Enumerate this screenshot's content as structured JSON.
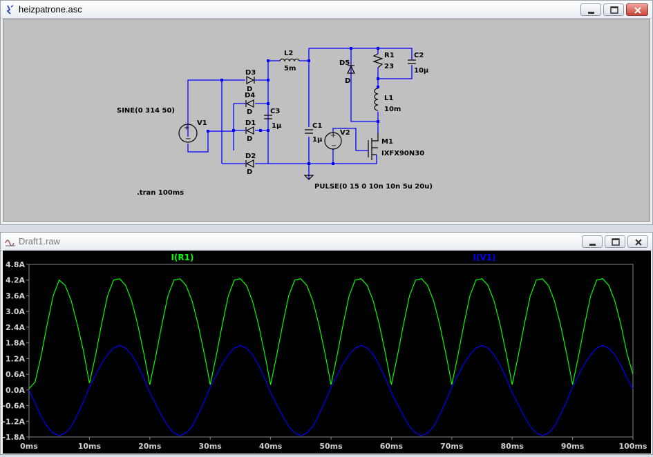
{
  "schematic_window": {
    "title": "heizpatrone.asc",
    "labels": {
      "source_fn": "SINE(0 314 50)",
      "v1": "V1",
      "d3": "D3",
      "d4": "D4",
      "d1": "D1",
      "d2": "D2",
      "d5": "D5",
      "d_model": "D",
      "l2": "L2",
      "l2_val": "5m",
      "c3": "C3",
      "c3_val": "1µ",
      "c1": "C1",
      "c1_val": "1µ",
      "r1": "R1",
      "r1_val": "23",
      "c2": "C2",
      "c2_val": "10µ",
      "l1": "L1",
      "l1_val": "10m",
      "v2": "V2",
      "m1": "M1",
      "m1_model": "IXFX90N30",
      "pulse": "PULSE(0 15 0 10n 10n 5u 20u)",
      "tran": ".tran 100ms"
    }
  },
  "plot_window": {
    "title": "Draft1.raw"
  },
  "chart_data": {
    "type": "line",
    "x": {
      "unit": "ms",
      "range": [
        0,
        100
      ],
      "ticks": [
        "0ms",
        "10ms",
        "20ms",
        "30ms",
        "40ms",
        "50ms",
        "60ms",
        "70ms",
        "80ms",
        "90ms",
        "100ms"
      ]
    },
    "y": {
      "unit": "A",
      "range": [
        -1.8,
        4.8
      ],
      "ticks": [
        "4.8A",
        "4.2A",
        "3.6A",
        "3.0A",
        "2.4A",
        "1.8A",
        "1.2A",
        "0.6A",
        "0.0A",
        "-0.6A",
        "-1.2A",
        "-1.8A"
      ]
    },
    "grid": false,
    "legend_placement": "top",
    "series": [
      {
        "name": "I(R1)",
        "color": "#00ff00",
        "x": [
          0,
          1,
          2,
          3,
          4,
          5,
          6,
          7,
          8,
          9,
          10,
          11,
          12,
          13,
          14,
          15,
          16,
          17,
          18,
          19,
          20,
          21,
          22,
          23,
          24,
          25,
          26,
          27,
          28,
          29,
          30,
          31,
          32,
          33,
          34,
          35,
          36,
          37,
          38,
          39,
          40,
          41,
          42,
          43,
          44,
          45,
          46,
          47,
          48,
          49,
          50,
          51,
          52,
          53,
          54,
          55,
          56,
          57,
          58,
          59,
          60,
          61,
          62,
          63,
          64,
          65,
          66,
          67,
          68,
          69,
          70,
          71,
          72,
          73,
          74,
          75,
          76,
          77,
          78,
          79,
          80,
          81,
          82,
          83,
          84,
          85,
          86,
          87,
          88,
          89,
          90,
          91,
          92,
          93,
          94,
          95,
          96,
          97,
          98,
          99,
          100
        ],
        "y": [
          0.05,
          0.3,
          1.3,
          2.5,
          3.6,
          4.2,
          4.0,
          3.4,
          2.5,
          1.5,
          0.25,
          1.3,
          2.5,
          3.6,
          4.2,
          4.25,
          4.0,
          3.4,
          2.5,
          1.4,
          0.2,
          1.3,
          2.5,
          3.6,
          4.2,
          4.25,
          4.0,
          3.4,
          2.5,
          1.4,
          0.2,
          1.3,
          2.5,
          3.6,
          4.2,
          4.25,
          4.0,
          3.4,
          2.5,
          1.4,
          0.2,
          1.3,
          2.5,
          3.6,
          4.2,
          4.25,
          4.0,
          3.4,
          2.5,
          1.4,
          0.2,
          1.3,
          2.5,
          3.6,
          4.2,
          4.25,
          4.0,
          3.4,
          2.5,
          1.4,
          0.2,
          1.3,
          2.5,
          3.6,
          4.2,
          4.25,
          4.0,
          3.4,
          2.5,
          1.4,
          0.2,
          1.3,
          2.5,
          3.6,
          4.2,
          4.25,
          4.0,
          3.4,
          2.5,
          1.4,
          0.2,
          1.3,
          2.5,
          3.6,
          4.2,
          4.25,
          4.0,
          3.4,
          2.5,
          1.4,
          0.2,
          1.3,
          2.5,
          3.6,
          4.2,
          4.25,
          4.0,
          3.4,
          2.5,
          1.4,
          0.6
        ]
      },
      {
        "name": "I(V1)",
        "color": "#0000ff",
        "x": [
          0,
          1,
          2,
          3,
          4,
          5,
          6,
          7,
          8,
          9,
          10,
          11,
          12,
          13,
          14,
          15,
          16,
          17,
          18,
          19,
          20,
          21,
          22,
          23,
          24,
          25,
          26,
          27,
          28,
          29,
          30,
          31,
          32,
          33,
          34,
          35,
          36,
          37,
          38,
          39,
          40,
          41,
          42,
          43,
          44,
          45,
          46,
          47,
          48,
          49,
          50,
          51,
          52,
          53,
          54,
          55,
          56,
          57,
          58,
          59,
          60,
          61,
          62,
          63,
          64,
          65,
          66,
          67,
          68,
          69,
          70,
          71,
          72,
          73,
          74,
          75,
          76,
          77,
          78,
          79,
          80,
          81,
          82,
          83,
          84,
          85,
          86,
          87,
          88,
          89,
          90,
          91,
          92,
          93,
          94,
          95,
          96,
          97,
          98,
          99,
          100
        ],
        "y": [
          0.0,
          -0.5,
          -1.0,
          -1.4,
          -1.65,
          -1.75,
          -1.65,
          -1.4,
          -0.95,
          -0.45,
          0.1,
          0.55,
          1.0,
          1.35,
          1.6,
          1.7,
          1.6,
          1.35,
          0.95,
          0.45,
          -0.1,
          -0.55,
          -1.0,
          -1.4,
          -1.65,
          -1.75,
          -1.65,
          -1.4,
          -0.95,
          -0.45,
          0.1,
          0.55,
          1.0,
          1.35,
          1.6,
          1.7,
          1.6,
          1.35,
          0.95,
          0.45,
          -0.1,
          -0.55,
          -1.0,
          -1.4,
          -1.65,
          -1.75,
          -1.65,
          -1.4,
          -0.95,
          -0.45,
          0.1,
          0.55,
          1.0,
          1.35,
          1.6,
          1.7,
          1.6,
          1.35,
          0.95,
          0.45,
          -0.1,
          -0.55,
          -1.0,
          -1.4,
          -1.65,
          -1.75,
          -1.65,
          -1.4,
          -0.95,
          -0.45,
          0.1,
          0.55,
          1.0,
          1.35,
          1.6,
          1.7,
          1.6,
          1.35,
          0.95,
          0.45,
          -0.1,
          -0.55,
          -1.0,
          -1.4,
          -1.65,
          -1.75,
          -1.65,
          -1.4,
          -0.95,
          -0.45,
          0.1,
          0.55,
          1.0,
          1.35,
          1.6,
          1.7,
          1.6,
          1.35,
          0.95,
          0.45,
          0.05
        ]
      }
    ]
  }
}
